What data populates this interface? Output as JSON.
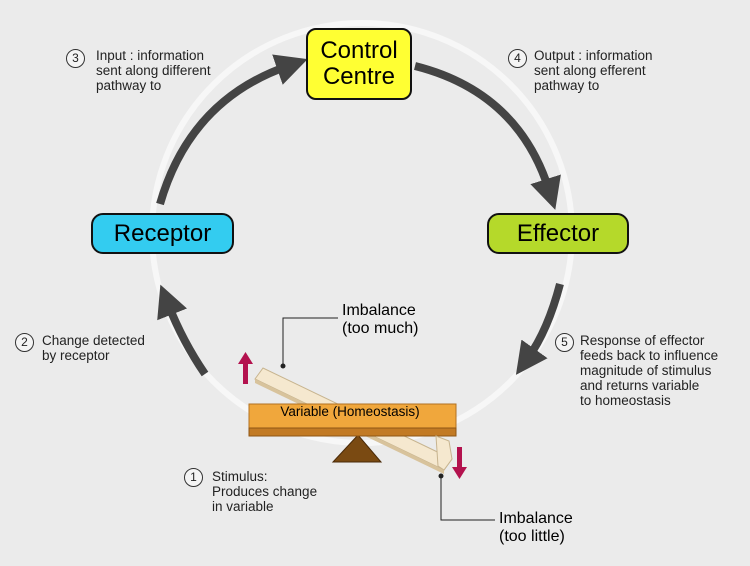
{
  "diagram": {
    "nodes": {
      "control_centre": "Control\nCentre",
      "receptor": "Receptor",
      "effector": "Effector"
    },
    "steps": [
      {
        "num": "1",
        "text": "Stimulus:\nProduces change\nin variable"
      },
      {
        "num": "2",
        "text": "Change detected\nby receptor"
      },
      {
        "num": "3",
        "text": "Input : information\nsent along different\npathway to"
      },
      {
        "num": "4",
        "text": "Output : information\nsent along efferent\npathway to"
      },
      {
        "num": "5",
        "text": "Response of effector\nfeeds back to influence\nmagnitude of stimulus\nand returns variable\nto homeostasis"
      }
    ],
    "variable_label": "Variable (Homeostasis)",
    "imbalance_high": "Imbalance\n(too much)",
    "imbalance_low": "Imbalance\n(too little)",
    "colors": {
      "control_centre": "#ffff33",
      "receptor": "#33ccf0",
      "effector": "#b5d92a",
      "variable_bar": "#f0a73c",
      "arrow": "#444444",
      "indicator_arrow": "#b3124e"
    }
  }
}
